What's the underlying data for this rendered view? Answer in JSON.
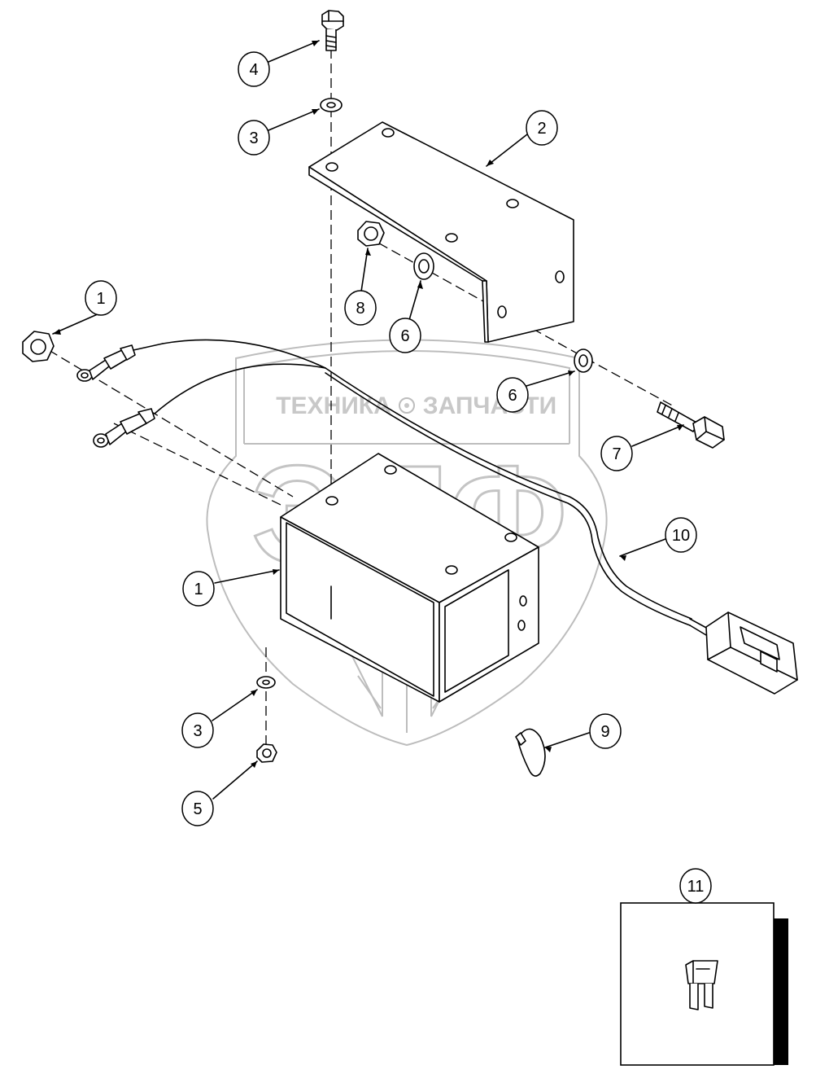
{
  "watermark": {
    "top_text_left": "ТЕХНИКА",
    "top_text_right": "ЗАПЧАСТИ",
    "logo_letters": "ЭПФ"
  },
  "callouts": {
    "item_1_nut": "1",
    "item_1_box": "1",
    "item_2": "2",
    "item_3_top": "3",
    "item_3_bottom": "3",
    "item_4": "4",
    "item_5": "5",
    "item_6_upper": "6",
    "item_6_lower": "6",
    "item_7": "7",
    "item_8": "8",
    "item_9": "9",
    "item_10": "10",
    "item_11": "11"
  },
  "colors": {
    "line": "#000000",
    "watermark": "#bdbdbd",
    "background": "#ffffff"
  }
}
